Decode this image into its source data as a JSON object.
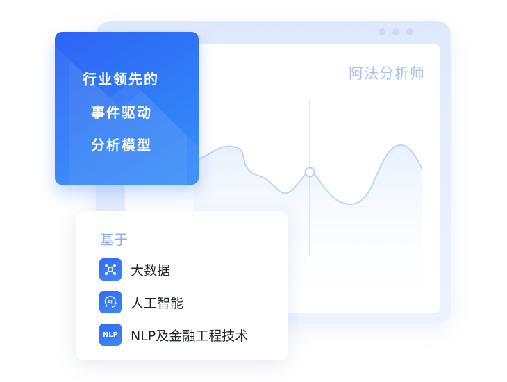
{
  "colors": {
    "accent": "#2f6ef6",
    "accent_light": "#a9c3f7",
    "frame": "#dfe9fd",
    "curve": "#c0d3fa"
  },
  "screen": {
    "title": "阿法分析师"
  },
  "headline": {
    "line1": "行业领先的",
    "line2": "事件驱动",
    "line3": "分析模型"
  },
  "info": {
    "title": "基于",
    "features": [
      {
        "icon": "network-nodes-icon",
        "label": "大数据"
      },
      {
        "icon": "ai-head-icon",
        "label": "人工智能",
        "icon_text": "AI"
      },
      {
        "icon": "nlp-badge-icon",
        "label": "NLP及金融工程技术",
        "icon_text": "NLP"
      }
    ]
  }
}
